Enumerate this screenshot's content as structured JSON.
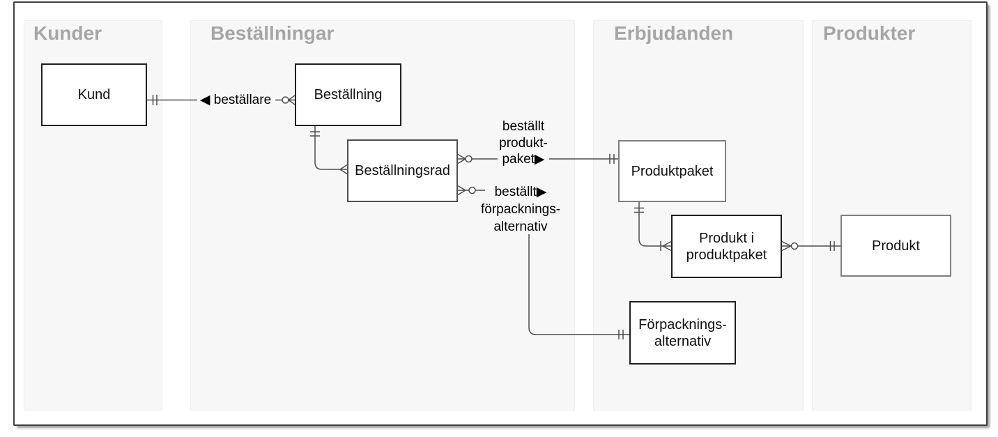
{
  "diagram": {
    "lanes": [
      {
        "title": "Kunder"
      },
      {
        "title": "Beställningar"
      },
      {
        "title": "Erbjudanden"
      },
      {
        "title": "Produkter"
      }
    ],
    "entities": [
      {
        "id": "kund",
        "label": "Kund",
        "lane": "Kunder"
      },
      {
        "id": "bestallning",
        "label": "Beställning",
        "lane": "Beställningar"
      },
      {
        "id": "bestallningsrad",
        "label": "Beställningsrad",
        "lane": "Beställningar"
      },
      {
        "id": "produktpaket",
        "label": "Produktpaket",
        "lane": "Erbjudanden"
      },
      {
        "id": "produkt-i-produktpaket",
        "label": "Produkt i\nproduktpaket",
        "lane": "Erbjudanden"
      },
      {
        "id": "forpackningsalternativ",
        "label": "Förpacknings-\nalternativ",
        "lane": "Erbjudanden"
      },
      {
        "id": "produkt",
        "label": "Produkt",
        "lane": "Produkter"
      }
    ],
    "relationships": [
      {
        "name": "bestallare",
        "label": "◀ beställare",
        "from": "Kund",
        "to": "Beställning",
        "marker_at_from": "one-and-only-one",
        "marker_at_to": "zero-or-many"
      },
      {
        "name": "bestallning-bestallningsrad",
        "label": "",
        "from": "Beställning",
        "to": "Beställningsrad",
        "marker_at_from": "one-and-only-one",
        "marker_at_to": "many"
      },
      {
        "name": "bestallt-produktpaket",
        "label": "beställt\nprodukt-\npaket▶",
        "from": "Beställningsrad",
        "to": "Produktpaket",
        "marker_at_from": "zero-or-many",
        "marker_at_to": "one-and-only-one"
      },
      {
        "name": "bestallt-forpackningsalternativ",
        "label": "beställt▶\nförpacknings-\nalternativ",
        "from": "Beställningsrad",
        "to": "Förpackningsalternativ",
        "marker_at_from": "zero-or-many",
        "marker_at_to": "one-and-only-one"
      },
      {
        "name": "produktpaket-produkt-i-produktpaket",
        "label": "",
        "from": "Produktpaket",
        "to": "Produkt i produktpaket",
        "marker_at_from": "one-and-only-one",
        "marker_at_to": "one-or-many"
      },
      {
        "name": "produkt-i-produktpaket-produkt",
        "label": "",
        "from": "Produkt i produktpaket",
        "to": "Produkt",
        "marker_at_from": "zero-or-many",
        "marker_at_to": "one-and-only-one"
      }
    ],
    "colors": {
      "lane_background": "#f7f7f7",
      "lane_title": "#a6a6a6",
      "entity_border_dark": "#1f1f1f",
      "entity_border_gray": "#7f7f7f",
      "connector": "#4d4d4d",
      "frame_border": "#414141"
    }
  }
}
